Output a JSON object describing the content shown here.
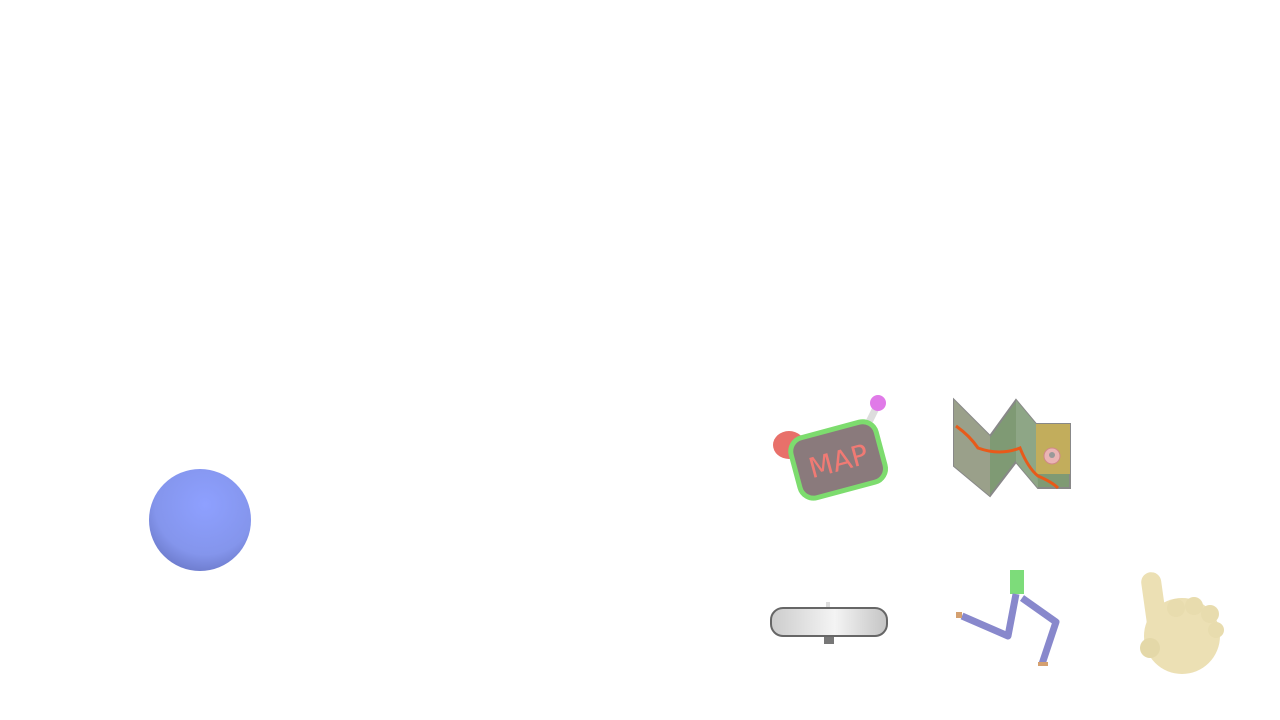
{
  "scene": {
    "objects": [
      {
        "id": "ball",
        "icon": "sphere-icon",
        "color": "#8a99f0"
      },
      {
        "id": "map-sign",
        "icon": "map-sign-icon",
        "text": "MAP",
        "frame_color": "#7ddc6e",
        "text_color": "#f07a74"
      },
      {
        "id": "folded-map",
        "icon": "folded-map-icon",
        "route_color": "#e85a1a"
      },
      {
        "id": "rearview-mirror",
        "icon": "mirror-icon"
      },
      {
        "id": "legs",
        "icon": "walking-legs-icon",
        "color": "#8888cc"
      },
      {
        "id": "pointing-hand",
        "icon": "pointing-hand-icon",
        "color": "#ece0b4"
      }
    ]
  }
}
